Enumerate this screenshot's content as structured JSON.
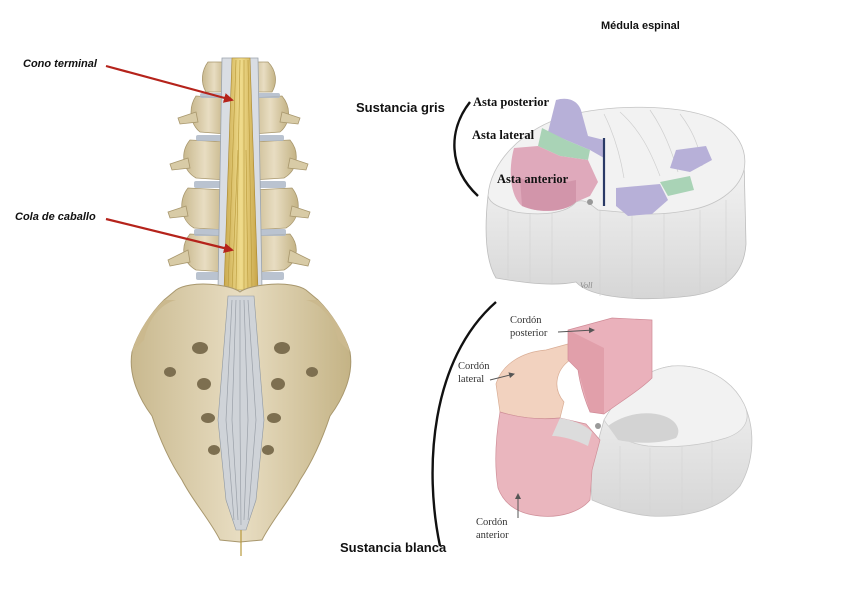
{
  "title": "Médula espinal",
  "spine_labels": {
    "cono_terminal": "Cono terminal",
    "cola_caballo": "Cola de caballo"
  },
  "gray_matter": {
    "group_label": "Sustancia gris",
    "asta_posterior": "Asta posterior",
    "asta_lateral": "Asta lateral",
    "asta_anterior": "Asta anterior"
  },
  "white_matter": {
    "group_label": "Sustancia blanca",
    "cordon_posterior": [
      "Cordón",
      "posterior"
    ],
    "cordon_lateral": [
      "Cordón",
      "lateral"
    ],
    "cordon_anterior": [
      "Cordón",
      "anterior"
    ]
  },
  "artist_signature": "Voll",
  "colors": {
    "arrow": "#b5231b",
    "bone": "#dccfae",
    "nerve": "#d9c27a",
    "asta_posterior": "#b7b0d8",
    "asta_lateral": "#a9d3b6",
    "asta_anterior": "#dfa9bb",
    "cordon_posterior": "#eab1bb",
    "cordon_lateral": "#f2d2bf",
    "cordon_anterior": "#eab6be",
    "white_matter": "#eaeaea"
  }
}
